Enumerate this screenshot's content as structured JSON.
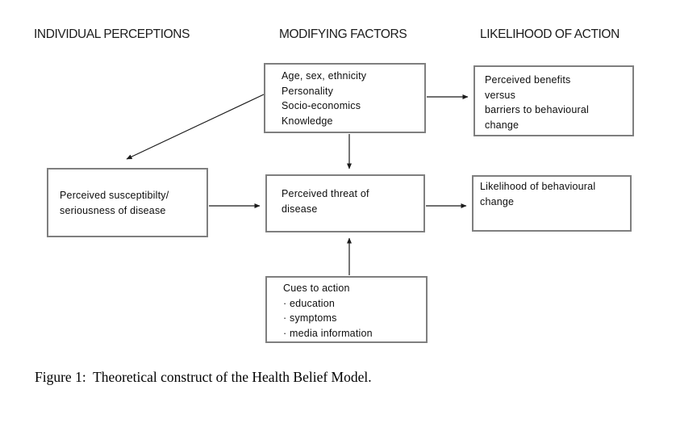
{
  "headers": {
    "individual_perceptions": "INDIVIDUAL PERCEPTIONS",
    "modifying_factors": "MODIFYING FACTORS",
    "likelihood_of_action": "LIKELIHOOD OF ACTION"
  },
  "boxes": {
    "demographics": {
      "lines": [
        "Age, sex, ethnicity",
        "Personality",
        "Socio-economics",
        "Knowledge"
      ]
    },
    "benefits": {
      "lines": [
        "Perceived benefits",
        "versus",
        "barriers to behavioural",
        "change"
      ]
    },
    "susceptibility": {
      "lines": [
        "Perceived susceptibilty/",
        "seriousness of disease"
      ]
    },
    "threat": {
      "lines": [
        "Perceived threat of",
        "disease"
      ]
    },
    "likelihood": {
      "lines": [
        "Likelihood of behavioural",
        "change"
      ]
    },
    "cues": {
      "lines": [
        "Cues to action",
        "· education",
        "· symptoms",
        "· media information"
      ]
    }
  },
  "caption": "Figure 1:  Theoretical construct of the Health Belief Model.",
  "colors": {
    "box_border": "#7f7f7f",
    "arrow": "#1a1a1a",
    "text": "#000000",
    "background": "#ffffff"
  }
}
